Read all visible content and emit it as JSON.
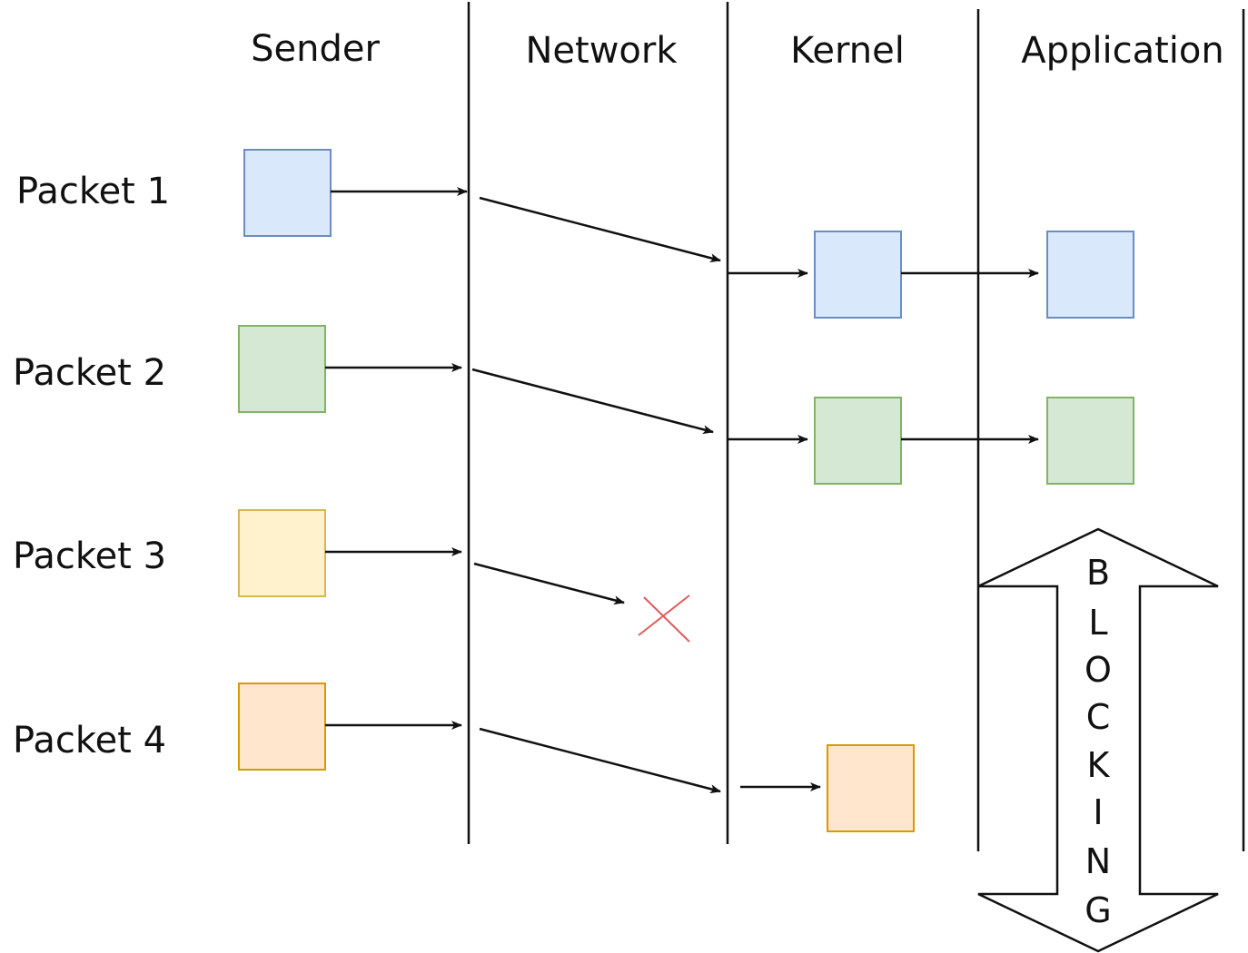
{
  "columns": [
    "Sender",
    "Network",
    "Kernel",
    "Application"
  ],
  "packets": [
    {
      "label": "Packet 1",
      "fill": "#dae8fc",
      "stroke": "#6c8ebf",
      "status": "delivered"
    },
    {
      "label": "Packet 2",
      "fill": "#d5e8d4",
      "stroke": "#82b366",
      "status": "delivered"
    },
    {
      "label": "Packet 3",
      "fill": "#fff2cc",
      "stroke": "#d6b656",
      "status": "lost"
    },
    {
      "label": "Packet 4",
      "fill": "#ffe6cc",
      "stroke": "#d79b00",
      "status": "buffered"
    }
  ],
  "blocking_letters": [
    "B",
    "L",
    "O",
    "C",
    "K",
    "I",
    "N",
    "G"
  ],
  "colors": {
    "line": "#111111",
    "loss_mark": "#e05a5a"
  }
}
